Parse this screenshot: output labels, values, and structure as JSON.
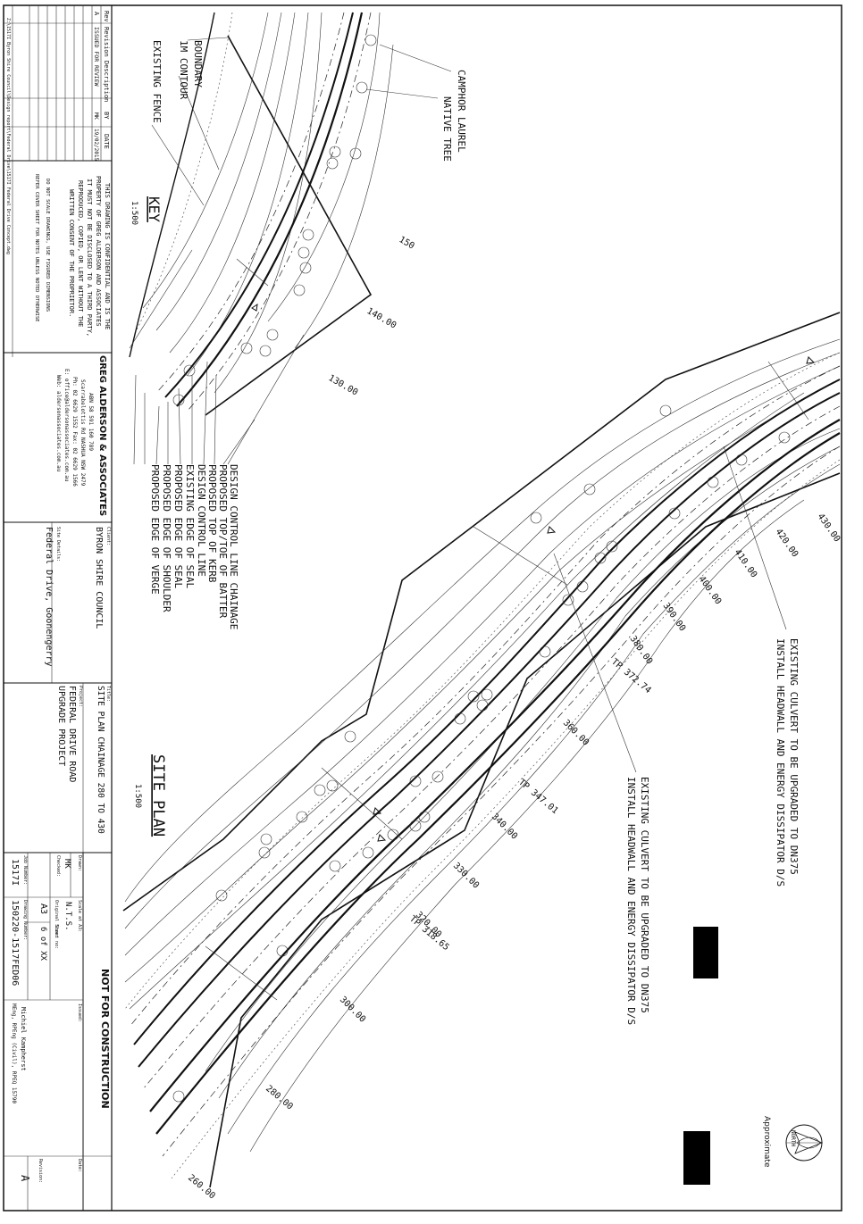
{
  "revision_table": {
    "headers": [
      "Rev",
      "Revision Description",
      "BY",
      "DATE"
    ],
    "rows": [
      [
        "A",
        "ISSUED FOR REVIEW",
        "MK",
        "19/02/2015"
      ]
    ]
  },
  "file_path": "Z:\\1517I Byron Shire Council\\Design report\\Federal Drive\\1517I Federal Drive Concept.dwg",
  "confidentiality": [
    "THIS DRAWING IS CONFIDENTIAL AND IS THE",
    "PROPERTY OF GREG ALDERSON AND ASSOCIATES",
    "IT MUST NOT BE DISCLOSED TO A THIRD PARTY,",
    "REPRODUCED, COPIED, OR LENT WITHOUT THE",
    "WRITTEN CONSENT OF THE PROPRIETOR."
  ],
  "scale_note": "DO NOT SCALE DRAWINGS, USE FIGURED DIMENSIONS",
  "cover_note": "REFER COVER SHEET FOR NOTES UNLESS NOTED OTHERWISE",
  "company": {
    "name": "GREG ALDERSON & ASSOCIATES",
    "abn": "ABN 58 591 160 789",
    "address": "Scarrabelottis Rd NASHUA NSW 2479",
    "phone": "Ph: 02 6629 1552  Fax: 02 6629 1566",
    "email": "E: office@aldersonassociates.com.au",
    "web": "Web: aldersonassociates.com.au"
  },
  "client": {
    "label": "Client:",
    "value": "BYRON SHIRE COUNCIL"
  },
  "site": {
    "label": "Site Details:",
    "value": "Federal Drive, Goonengerry"
  },
  "project": {
    "label": "Project:",
    "lines": [
      "FEDERAL DRIVE ROAD",
      "UPGRADE PROJECT"
    ]
  },
  "title": {
    "label": "Title:",
    "value": "SITE PLAN CHAINAGE 280 TO 430"
  },
  "drawn": {
    "label": "Drawn:",
    "value": "MK"
  },
  "checked": {
    "label": "Checked:",
    "value": ""
  },
  "scale": {
    "label": "Scale at A3:",
    "value": "N.T.S."
  },
  "original_size": {
    "label": "Original Size:",
    "value": "A3"
  },
  "sheet_no": {
    "label": "Sheet no:",
    "value": "6 of XX"
  },
  "job_number": {
    "label": "Job Number:",
    "value": "1517I"
  },
  "drawing_number": {
    "label": "Drawing Number:",
    "value": "150220-1517FED06"
  },
  "issued": {
    "label": "Issued:"
  },
  "status": "NOT FOR CONSTRUCTION",
  "engineer": [
    "Michiel Kampherst",
    "MEng, RPEng (Civil), RPEQ 15790"
  ],
  "date": {
    "label": "Date:"
  },
  "revision": {
    "label": "Revision:",
    "value": "A"
  },
  "key": {
    "title": "KEY",
    "scale": "1:500",
    "items": [
      "BOUNDARY",
      "1M CONTOUR",
      "EXISTING FENCE"
    ],
    "tree_items": [
      "CAMPHOR LAUREL",
      "NATIVE TREE"
    ],
    "road_items": [
      "DESIGN CONTROL LINE CHAINAGE",
      "PROPOSED TOP/TOE OF BATTER",
      "PROPOSED TOP OF KERB",
      "DESIGN CONTROL LINE",
      "EXISTING EDGE OF SEAL",
      "PROPOSED EDGE OF SEAL",
      "PROPOSED EDGE OF SHOULDER",
      "PROPOSED EDGE OF VERGE"
    ],
    "chainage_sample": [
      "150",
      "140.00",
      "130.00"
    ]
  },
  "site_plan": {
    "title": "SITE PLAN",
    "scale": "1:500"
  },
  "chainages": [
    "430.00",
    "420.00",
    "410.00",
    "400.00",
    "390.00",
    "380.00",
    "TP 372.74",
    "360.00",
    "TP 347.01",
    "340.00",
    "330.00",
    "320.00",
    "TP 318.65",
    "300.00",
    "280.00",
    "260.00"
  ],
  "culvert_notes": [
    [
      "EXISTING CULVERT TO BE UPGRADED TO DN375",
      "INSTALL HEADWALL AND ENERGY DISSIPATOR D/S"
    ],
    [
      "EXISTING CULVERT TO BE UPGRADED TO DN375",
      "INSTALL HEADWALL AND ENERGY DISSIPATOR D/S"
    ]
  ],
  "north": {
    "label": "NORTH",
    "note": "Approximate"
  }
}
